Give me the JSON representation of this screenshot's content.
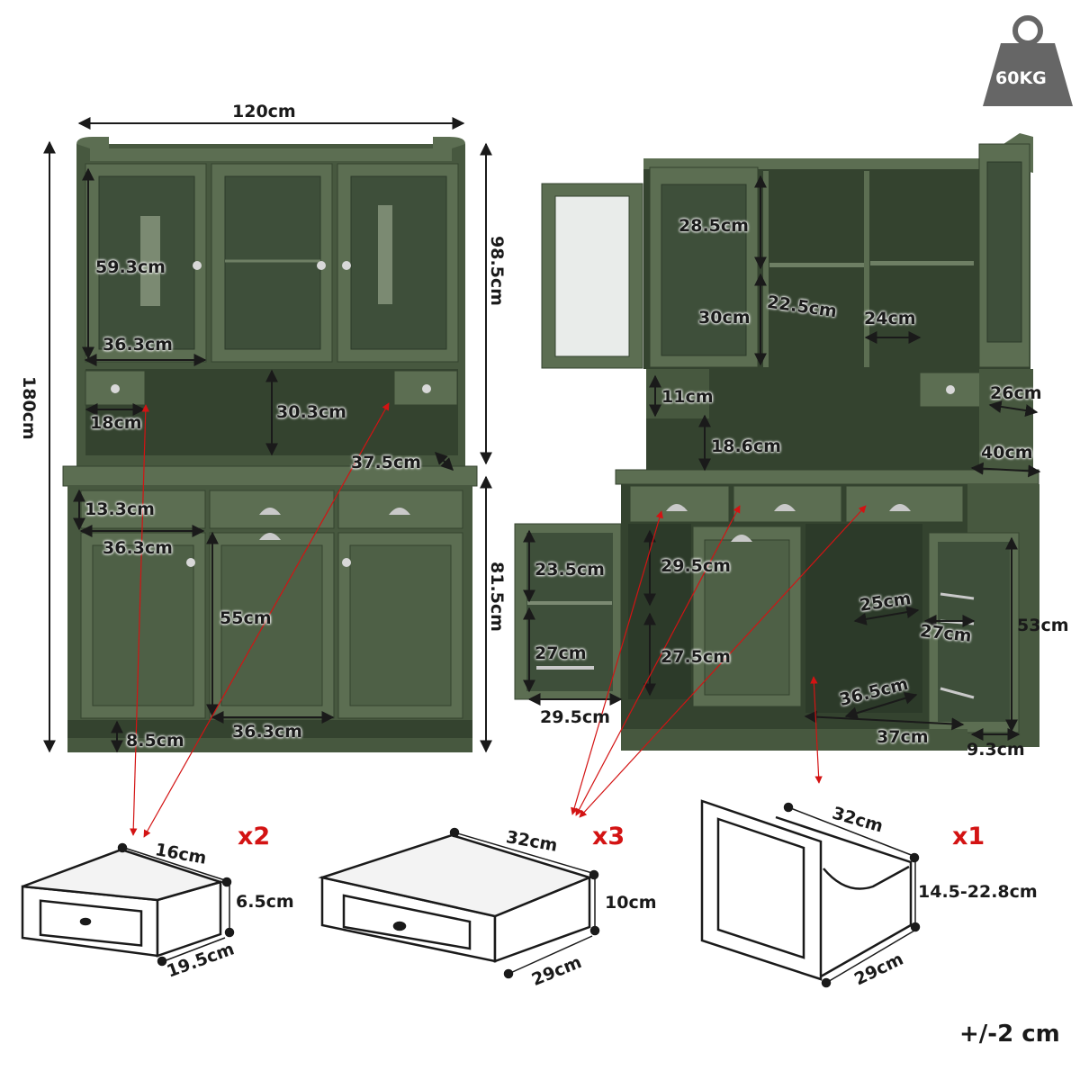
{
  "colors": {
    "wood": "#47583f",
    "wood_dark": "#34432f",
    "wood_light": "#5c6e52",
    "glass": "#3e4f3a",
    "arrow": "#d31313"
  },
  "weight": {
    "label": "60KG",
    "icon": "weight-icon"
  },
  "tolerance": "+/-2 cm",
  "front": {
    "width": "120cm",
    "height": "180cm",
    "upper_height": "98.5cm",
    "lower_height": "81.5cm",
    "glass_door_height": "59.3cm",
    "glass_door_width": "36.3cm",
    "small_drawer_width": "18cm",
    "open_space_height": "30.3cm",
    "counter_depth": "37.5cm",
    "drawer_height": "13.3cm",
    "drawer_width": "36.3cm",
    "base_door_height": "55cm",
    "base_door_width": "36.3cm",
    "leg_height": "8.5cm"
  },
  "open": {
    "shelf_top": "28.5cm",
    "shelf_mid": "22.5cm",
    "shelf_low": "30cm",
    "inner_width": "24cm",
    "small_drawer_depth": "26cm",
    "hook_height": "11cm",
    "counter_gap": "18.6cm",
    "depth": "40cm",
    "left_upper": "23.5cm",
    "left_lower": "27cm",
    "left_width": "29.5cm",
    "mid_upper": "29.5cm",
    "mid_lower": "27.5cm",
    "right_width": "25cm",
    "right_depth": "27cm",
    "right_height": "53cm",
    "pullout_depth": "36.5cm",
    "bottom_width": "37cm",
    "door_rack_depth": "9.3cm"
  },
  "details": [
    {
      "qty": "x2",
      "width": "16cm",
      "height": "6.5cm",
      "depth": "19.5cm"
    },
    {
      "qty": "x3",
      "width": "32cm",
      "height": "10cm",
      "depth": "29cm"
    },
    {
      "qty": "x1",
      "width": "32cm",
      "height": "14.5-22.8cm",
      "depth": "29cm"
    }
  ]
}
